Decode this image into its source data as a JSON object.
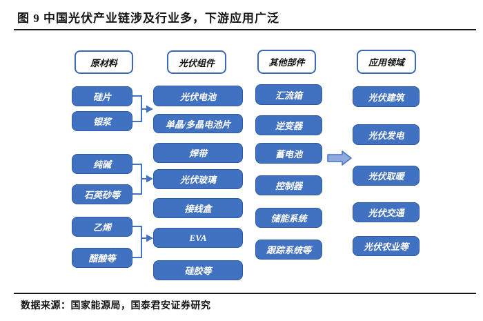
{
  "figure": {
    "title": "图 9 中国光伏产业链涉及行业多，下游应用广泛",
    "source": "数据来源：国家能源局，国泰君安证券研究"
  },
  "colors": {
    "box_fill": "#4171c1",
    "box_border": "#2e5b9f",
    "box_text": "#ffffff",
    "header_border": "#3b68b5",
    "connector": "#4472c4",
    "big_arrow_fill": "#8faadc",
    "big_arrow_border": "#4472c4"
  },
  "columns": [
    {
      "header": "原材料",
      "items": [
        "硅片",
        "银浆",
        "纯碱",
        "石英砂等",
        "乙烯",
        "醋酸等"
      ]
    },
    {
      "header": "光伏组件",
      "items": [
        "光伏电池",
        "单晶/多晶电池片",
        "焊带",
        "光伏玻璃",
        "接线盒",
        "EVA",
        "硅胶等"
      ]
    },
    {
      "header": "其他部件",
      "items": [
        "汇流箱",
        "逆变器",
        "蓄电池",
        "控制器",
        "储能系统",
        "跟踪系统等"
      ]
    },
    {
      "header": "应用领域",
      "items": [
        "光伏建筑",
        "光伏发电",
        "光伏取暖",
        "光伏交通",
        "光伏农业等"
      ]
    }
  ]
}
